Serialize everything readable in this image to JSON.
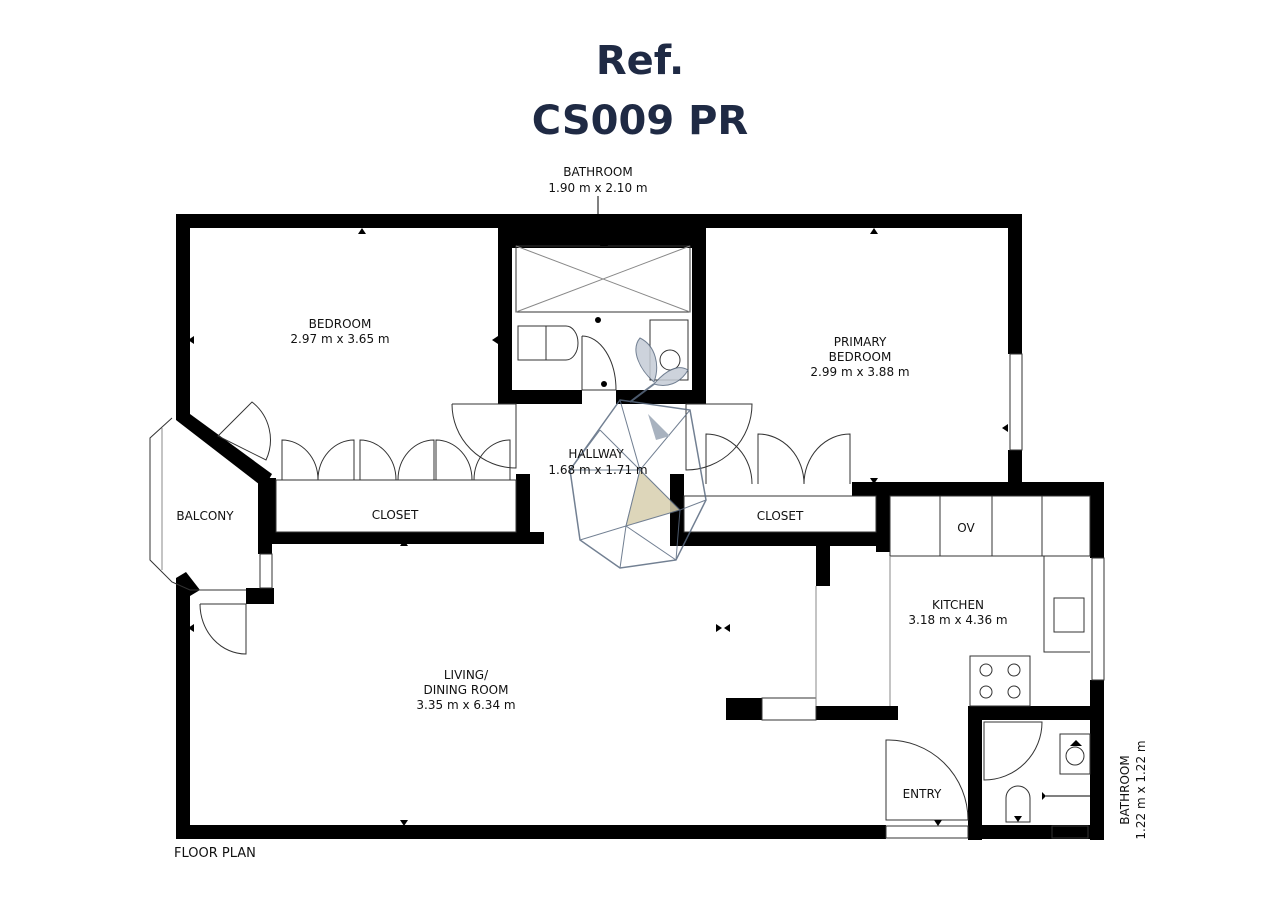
{
  "header": {
    "ref_line1": "Ref.",
    "ref_line2": "CS009 PR"
  },
  "rooms": {
    "bathroom_top": {
      "name": "BATHROOM",
      "size": "1.90 m x 2.10 m"
    },
    "bedroom": {
      "name": "BEDROOM",
      "size": "2.97 m x 3.65 m"
    },
    "primary_bedroom": {
      "name1": "PRIMARY",
      "name2": "BEDROOM",
      "size": "2.99 m x 3.88 m"
    },
    "hallway": {
      "name": "HALLWAY",
      "size": "1.68 m x 1.71 m"
    },
    "balcony": {
      "name": "BALCONY"
    },
    "closet_left": {
      "name": "CLOSET"
    },
    "closet_right": {
      "name": "CLOSET"
    },
    "oven": {
      "name": "OV"
    },
    "kitchen": {
      "name": "KITCHEN",
      "size": "3.18 m x 4.36 m"
    },
    "living": {
      "name1": "LIVING/",
      "name2": "DINING ROOM",
      "size": "3.35 m x 6.34 m"
    },
    "entry": {
      "name": "ENTRY"
    },
    "bathroom_small": {
      "name": "BATHROOM",
      "size": "1.22 m x 1.22 m"
    }
  },
  "footer": {
    "floor_plan_label": "FLOOR PLAN"
  },
  "colors": {
    "title": "#1f2a44",
    "walls": "#000000",
    "logo_fill": "#d8cfae",
    "logo_stroke": "#5a6a80"
  }
}
